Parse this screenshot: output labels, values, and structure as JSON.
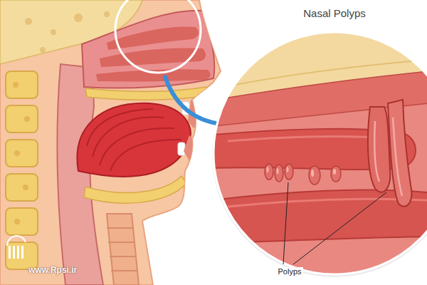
{
  "diagram": {
    "title": "Nasal Polyps",
    "labels": [
      "Polyps",
      "www.Rpsi.ir"
    ]
  }
}
